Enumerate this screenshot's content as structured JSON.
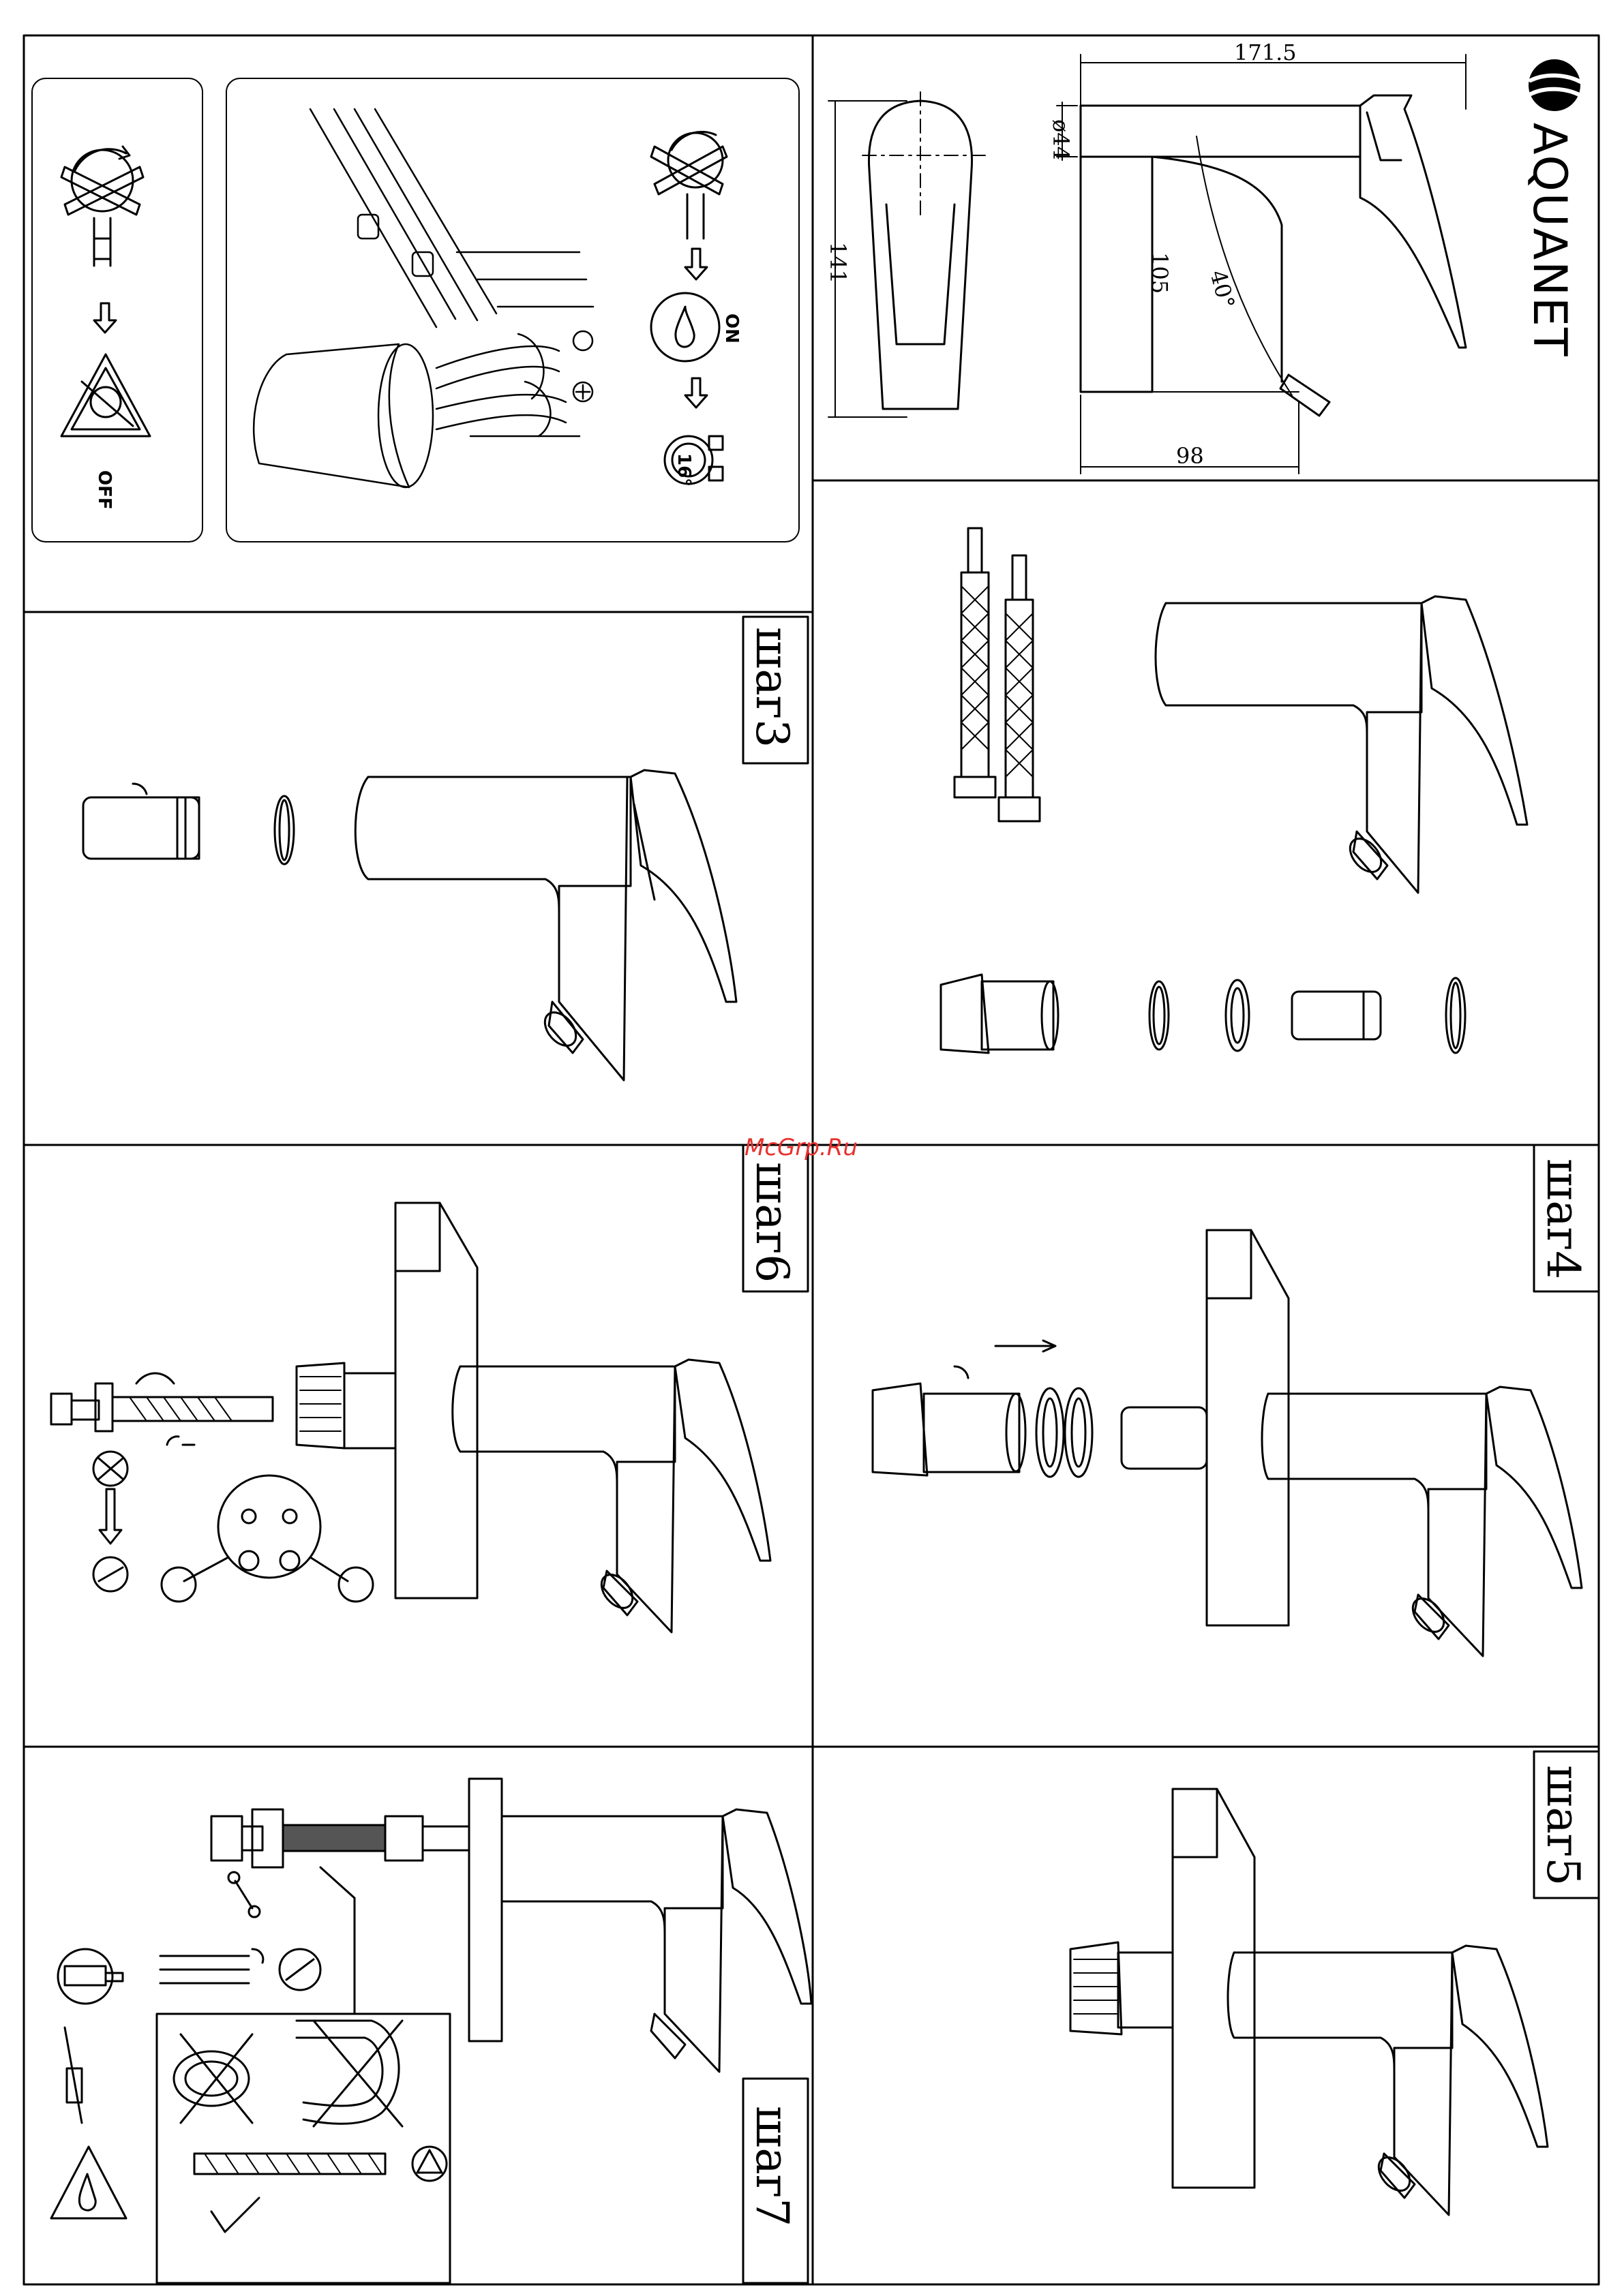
{
  "brand": {
    "name": "AQUANET",
    "color": "#000000"
  },
  "watermark": {
    "text": "McGrp.Ru",
    "color": "#e8322f"
  },
  "steps": {
    "step3": "шаг3",
    "step4": "шаг4",
    "step5": "шаг5",
    "step6": "шаг6",
    "step7": "шаг7"
  },
  "dimensions": {
    "total_length": "171.5",
    "diameter": "ø44",
    "height": "141",
    "spout_height": "105",
    "angle": "40°",
    "spout_reach": "98"
  },
  "icons": {
    "on_label": "ON",
    "off_label": "OFF",
    "temp_label": "16°"
  }
}
